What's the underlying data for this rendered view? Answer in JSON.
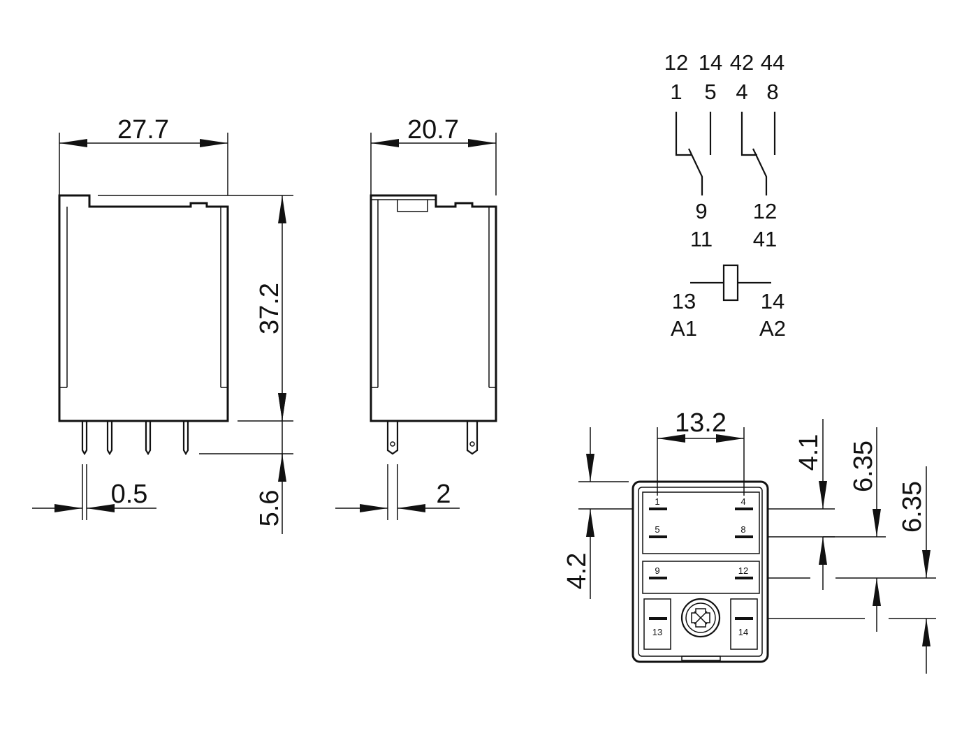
{
  "dimensions": {
    "front_width": "27.7",
    "side_width": "20.7",
    "height": "37.2",
    "pin_length": "5.6",
    "pin_thickness": "0.5",
    "pin_width": "2",
    "bottom_pitch": "13.2",
    "pitch_a": "4.1",
    "pitch_b": "6.35",
    "pitch_c": "6.35",
    "pitch_d": "4.2"
  },
  "schematic": {
    "contact_left": {
      "nc": [
        "12",
        "1"
      ],
      "no": [
        "14",
        "5"
      ],
      "common": [
        "9",
        "11"
      ]
    },
    "contact_right": {
      "nc": [
        "42",
        "4"
      ],
      "no": [
        "44",
        "8"
      ],
      "common": [
        "12",
        "41"
      ]
    },
    "coil": {
      "left": [
        "13",
        "A1"
      ],
      "right": [
        "14",
        "A2"
      ]
    }
  },
  "bottom_view": {
    "pins": [
      "1",
      "4",
      "5",
      "8",
      "9",
      "12",
      "13",
      "14"
    ]
  }
}
